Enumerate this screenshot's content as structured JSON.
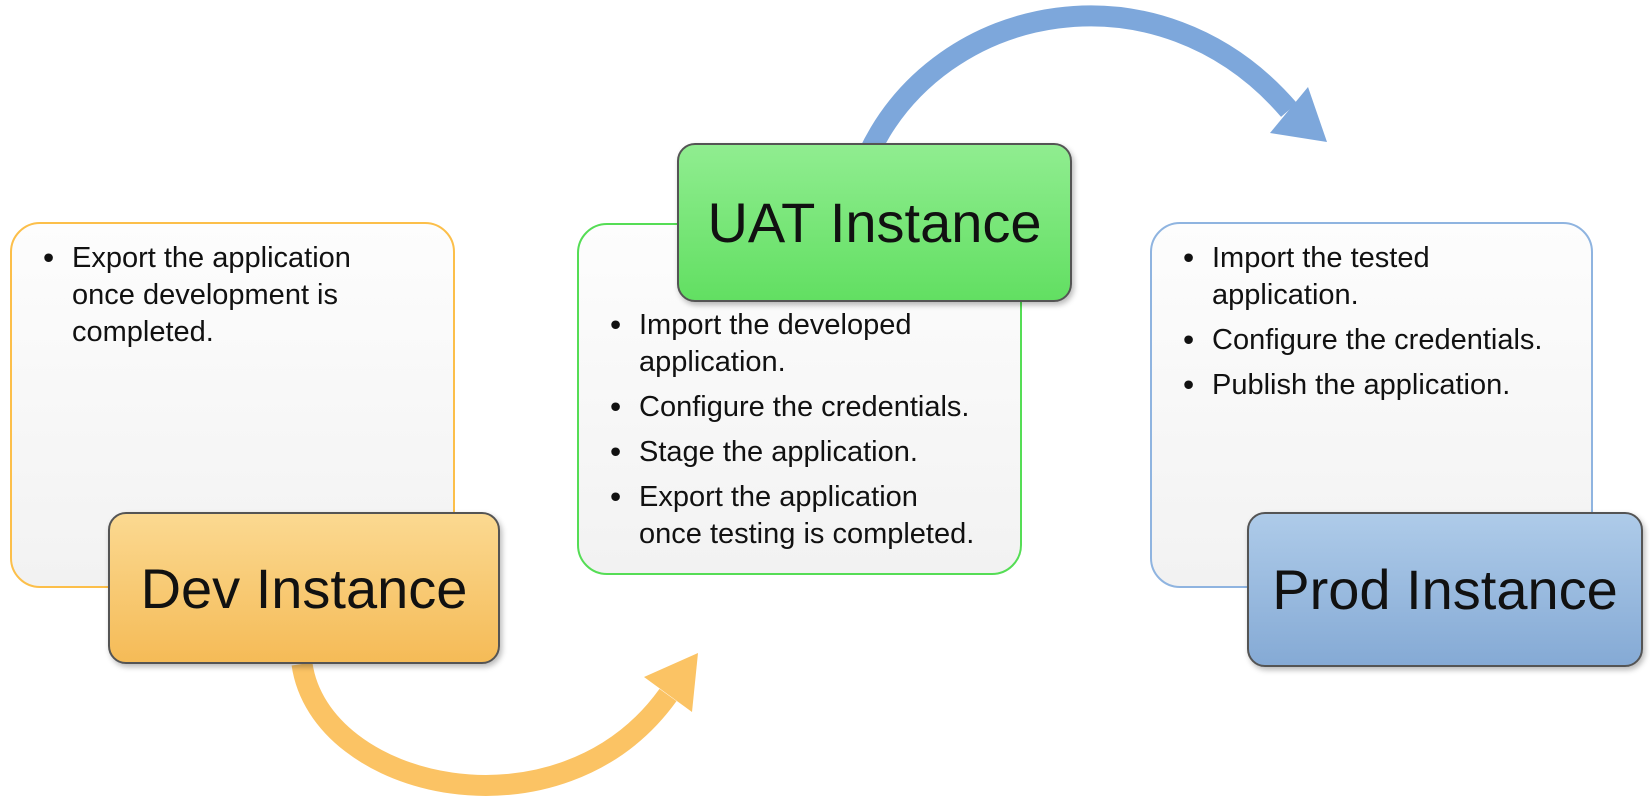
{
  "theme": {
    "text": "#111111",
    "notes-bg-top": "#fdfdfd",
    "notes-bg-bottom": "#f2f2f2",
    "box-border": "#545454",
    "left-border": "#FCBF4A",
    "mid-border": "#55DD55",
    "right-border": "#8FB4E0",
    "dev-top": "#FBD991",
    "dev-bottom": "#F5BB57",
    "uat-top": "#90ED90",
    "uat-bottom": "#62DF62",
    "prod-top": "#AECBE9",
    "prod-bottom": "#85AAD5",
    "arrow-orange": "#FBC364",
    "arrow-blue": "#7DA7DB"
  },
  "stages": [
    {
      "id": "dev",
      "label": "Dev Instance",
      "bullets": [
        "Export the application once development is completed."
      ]
    },
    {
      "id": "uat",
      "label": "UAT Instance",
      "bullets": [
        "Import the developed application.",
        "Configure the credentials.",
        "Stage the application.",
        "Export the application once testing is completed."
      ]
    },
    {
      "id": "prod",
      "label": "Prod Instance",
      "bullets": [
        "Import the tested application.",
        "Configure the credentials.",
        "Publish the application."
      ]
    }
  ],
  "arrows": [
    {
      "id": "dev-to-uat",
      "from": "Dev Instance",
      "to": "UAT Instance",
      "color": "#FBC364"
    },
    {
      "id": "uat-to-prod",
      "from": "UAT Instance",
      "to": "Prod Instance",
      "color": "#7DA7DB"
    }
  ]
}
